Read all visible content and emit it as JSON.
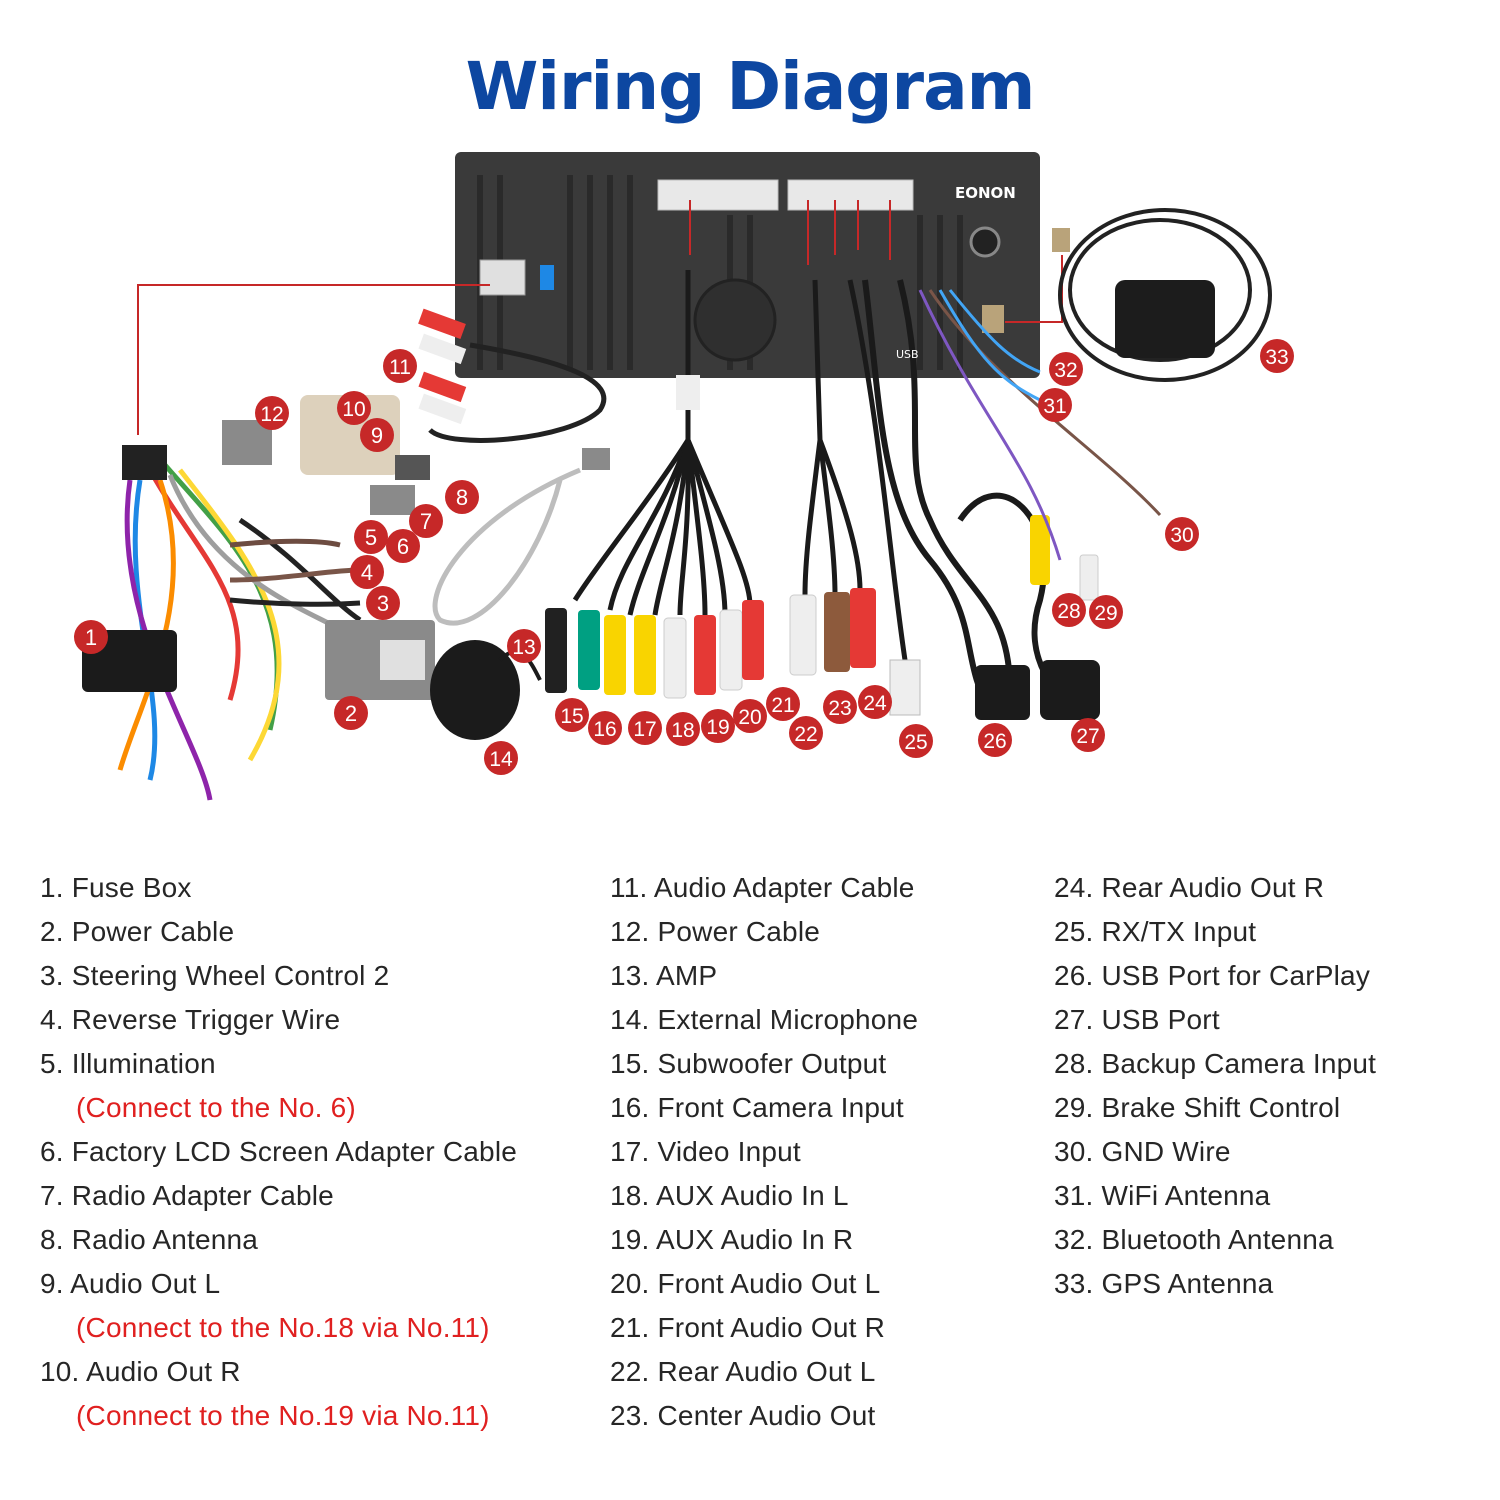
{
  "title": "Wiring Diagram",
  "brand": "EONON",
  "usb_label": "USB",
  "badges": [
    "1",
    "2",
    "3",
    "4",
    "5",
    "6",
    "7",
    "8",
    "9",
    "10",
    "11",
    "12",
    "13",
    "14",
    "15",
    "16",
    "17",
    "18",
    "19",
    "20",
    "21",
    "22",
    "23",
    "24",
    "25",
    "26",
    "27",
    "28",
    "29",
    "30",
    "31",
    "32",
    "33"
  ],
  "legend": {
    "col1": [
      {
        "text": "1. Fuse Box"
      },
      {
        "text": "2. Power Cable"
      },
      {
        "text": "3. Steering Wheel Control 2"
      },
      {
        "text": "4. Reverse Trigger Wire"
      },
      {
        "text": "5. Illumination",
        "note": "(Connect to the No. 6)"
      },
      {
        "text": "6. Factory LCD Screen Adapter Cable"
      },
      {
        "text": "7. Radio Adapter Cable"
      },
      {
        "text": "8. Radio Antenna"
      },
      {
        "text": "9. Audio Out L",
        "note": "(Connect to the No.18 via No.11)"
      },
      {
        "text": "10. Audio Out R",
        "note": "(Connect to the No.19 via No.11)"
      }
    ],
    "col2": [
      {
        "text": "11. Audio Adapter Cable"
      },
      {
        "text": "12. Power Cable"
      },
      {
        "text": "13. AMP"
      },
      {
        "text": "14. External Microphone"
      },
      {
        "text": "15. Subwoofer Output"
      },
      {
        "text": "16. Front Camera Input"
      },
      {
        "text": "17. Video Input"
      },
      {
        "text": "18. AUX Audio In L"
      },
      {
        "text": "19. AUX Audio In R"
      },
      {
        "text": "20. Front Audio Out L"
      },
      {
        "text": "21. Front Audio Out R"
      },
      {
        "text": "22. Rear Audio Out L"
      },
      {
        "text": "23. Center Audio Out"
      }
    ],
    "col3": [
      {
        "text": "24. Rear Audio Out R"
      },
      {
        "text": "25. RX/TX Input"
      },
      {
        "text": "26. USB Port for CarPlay"
      },
      {
        "text": "27. USB Port"
      },
      {
        "text": "28. Backup Camera Input"
      },
      {
        "text": "29. Brake Shift Control"
      },
      {
        "text": "30. GND Wire"
      },
      {
        "text": "31. WiFi Antenna"
      },
      {
        "text": "32. Bluetooth Antenna"
      },
      {
        "text": "33. GPS Antenna"
      }
    ]
  },
  "colors": {
    "title": "#0d47a1",
    "badge": "#c62828",
    "note": "#e02020",
    "text": "#262626",
    "unit": "#3a3a3a"
  }
}
